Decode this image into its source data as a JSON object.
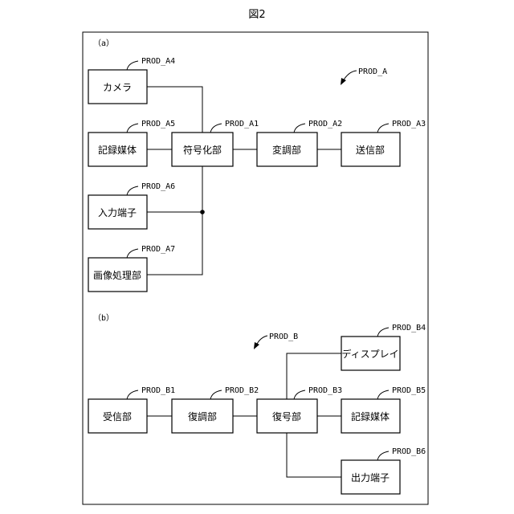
{
  "figure_title": "図2",
  "panel_a": {
    "section_label": "（a）",
    "system_label": "PROD_A",
    "blocks": [
      {
        "id": "A4",
        "text": "カメラ",
        "ref": "PROD_A4"
      },
      {
        "id": "A5",
        "text": "記録媒体",
        "ref": "PROD_A5"
      },
      {
        "id": "A6",
        "text": "入力端子",
        "ref": "PROD_A6"
      },
      {
        "id": "A7",
        "text": "画像処理部",
        "ref": "PROD_A7"
      },
      {
        "id": "A1",
        "text": "符号化部",
        "ref": "PROD_A1"
      },
      {
        "id": "A2",
        "text": "変調部",
        "ref": "PROD_A2"
      },
      {
        "id": "A3",
        "text": "送信部",
        "ref": "PROD_A3"
      }
    ]
  },
  "panel_b": {
    "section_label": "（b）",
    "system_label": "PROD_B",
    "blocks": [
      {
        "id": "B1",
        "text": "受信部",
        "ref": "PROD_B1"
      },
      {
        "id": "B2",
        "text": "復調部",
        "ref": "PROD_B2"
      },
      {
        "id": "B3",
        "text": "復号部",
        "ref": "PROD_B3"
      },
      {
        "id": "B4",
        "text": "ディスプレイ",
        "ref": "PROD_B4"
      },
      {
        "id": "B5",
        "text": "記録媒体",
        "ref": "PROD_B5"
      },
      {
        "id": "B6",
        "text": "出力端子",
        "ref": "PROD_B6"
      }
    ]
  }
}
